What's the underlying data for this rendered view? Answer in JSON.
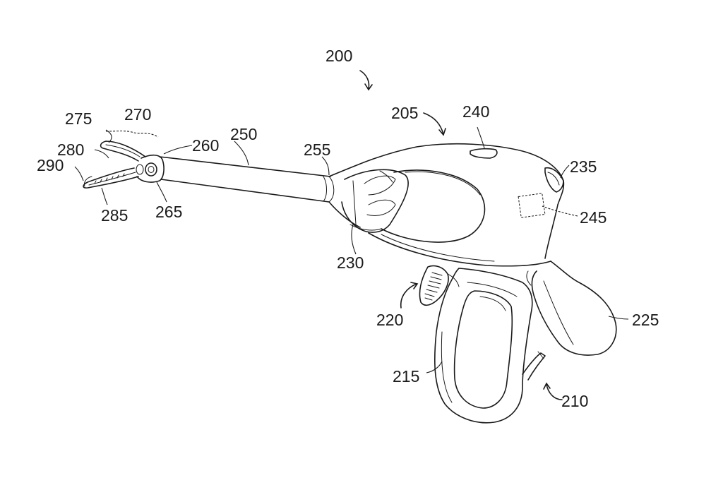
{
  "figure": {
    "reference_numerals": {
      "device": "200",
      "housing": "205",
      "handle_assembly": "210",
      "movable_handle": "215",
      "trigger": "220",
      "stationary_handle": "225",
      "rotation_knob": "230",
      "button_side": "235",
      "button_top": "240",
      "internal_component": "245",
      "shaft": "250",
      "shaft_proximal_end": "255",
      "shaft_distal_end": "260",
      "jaw_pivot": "265",
      "end_effector": "270",
      "upper_jaw": "275",
      "upper_jaw_tip": "280",
      "lower_jaw": "285",
      "lower_jaw_tip": "290"
    }
  }
}
